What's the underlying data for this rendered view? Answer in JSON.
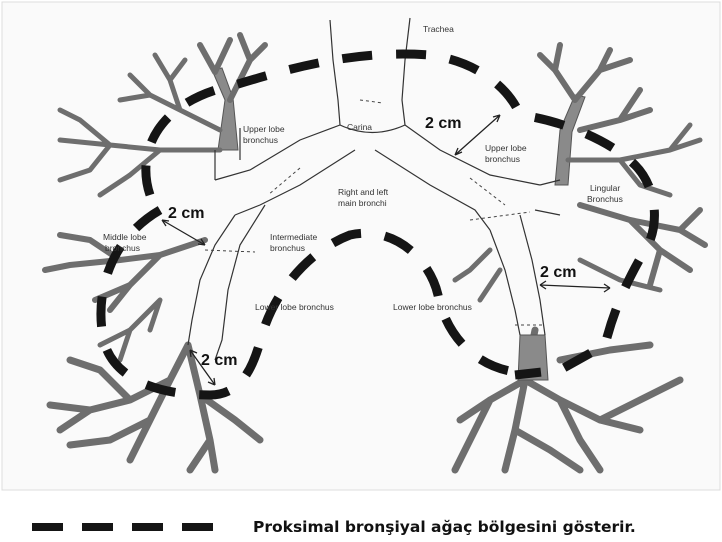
{
  "labels": {
    "trachea": "Trachea",
    "carina": "Carina",
    "right_upper_lobe": [
      "Upper lobe",
      "bronchus"
    ],
    "left_upper_lobe": [
      "Upper lobe",
      "bronchus"
    ],
    "main_bronchi": [
      "Right and left",
      "main bronchi"
    ],
    "lingular": [
      "Lingular",
      "Bronchus"
    ],
    "middle_lobe": [
      "Middle lobe",
      "bronchus"
    ],
    "intermediate": [
      "Intermediate",
      "bronchus"
    ],
    "right_lower_lobe": "Lower lobe bronchus",
    "left_lower_lobe": "Lower lobe bronchus"
  },
  "distances": {
    "upper_right": "2 cm",
    "middle_left": "2 cm",
    "lower_right": "2 cm",
    "lower_left": "2 cm"
  },
  "legend": {
    "text": "Proksimal bronşiyal ağaç bölgesini gösterir."
  },
  "colors": {
    "dash": "#151515",
    "tree": "#8a8a8a",
    "background": "#ffffff"
  }
}
